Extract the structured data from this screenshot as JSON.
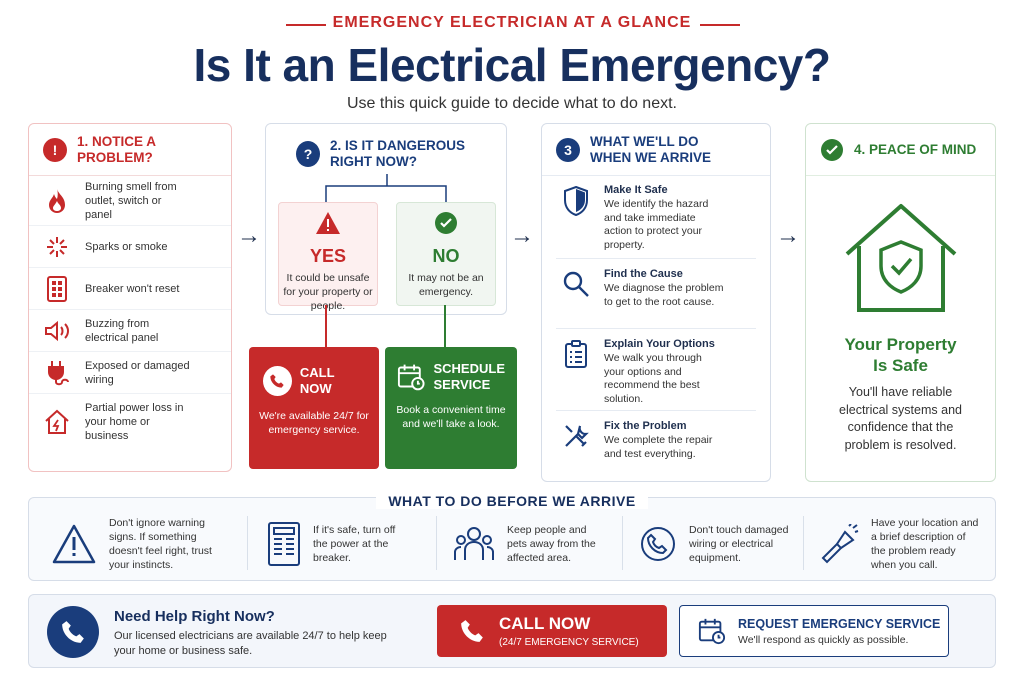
{
  "header": {
    "kicker": "EMERGENCY ELECTRICIAN AT A GLANCE",
    "title": "Is It an Electrical Emergency?",
    "subtitle": "Use this quick guide to decide what to do next."
  },
  "colors": {
    "red": "#c62a2a",
    "green": "#2e7d32",
    "navy": "#1a3d7c"
  },
  "step1": {
    "title": "1. NOTICE A PROBLEM?",
    "items": [
      {
        "icon": "flame-icon",
        "text": "Burning smell from outlet, switch or panel"
      },
      {
        "icon": "spark-icon",
        "text": "Sparks or smoke"
      },
      {
        "icon": "breaker-icon",
        "text": "Breaker won't reset"
      },
      {
        "icon": "buzzing-icon",
        "text": "Buzzing from electrical panel"
      },
      {
        "icon": "plug-icon",
        "text": "Exposed or damaged wiring"
      },
      {
        "icon": "house-power-icon",
        "text": "Partial power loss in your home or business"
      }
    ]
  },
  "step2": {
    "number": "?",
    "title_line1": "2. IS IT DANGEROUS",
    "title_line2": "RIGHT NOW?",
    "yes": {
      "label": "YES",
      "text": "It could be unsafe for your property or people."
    },
    "no": {
      "label": "NO",
      "text": "It may not be an emergency."
    },
    "call": {
      "title": "CALL NOW",
      "text": "We're available 24/7 for emergency service."
    },
    "schedule": {
      "title_line1": "SCHEDULE",
      "title_line2": "SERVICE",
      "text": "Book a convenient time and we'll take a look."
    }
  },
  "step3": {
    "number": "3",
    "title_line1": "WHAT WE'LL DO",
    "title_line2": "WHEN WE ARRIVE",
    "items": [
      {
        "icon": "shield-icon",
        "title": "Make It Safe",
        "text": "We identify the hazard and take immediate action to protect your property."
      },
      {
        "icon": "magnifier-icon",
        "title": "Find the Cause",
        "text": "We diagnose the problem to get to the root cause."
      },
      {
        "icon": "clipboard-icon",
        "title": "Explain Your Options",
        "text": "We walk you through your options and recommend the best solution."
      },
      {
        "icon": "tools-icon",
        "title": "Fix the Problem",
        "text": "We complete the repair and test everything."
      }
    ]
  },
  "step4": {
    "title": "4. PEACE OF MIND",
    "headline_line1": "Your Property",
    "headline_line2": "Is Safe",
    "text": "You'll have reliable electrical systems and confidence that the problem is resolved."
  },
  "before": {
    "title": "WHAT TO DO BEFORE WE ARRIVE",
    "items": [
      {
        "icon": "warning-icon",
        "text": "Don't ignore warning signs. If something doesn't feel right, trust your instincts."
      },
      {
        "icon": "panel-icon",
        "text": "If it's safe, turn off the power at the breaker."
      },
      {
        "icon": "people-icon",
        "text": "Keep people and pets away from the affected area."
      },
      {
        "icon": "no-touch-icon",
        "text": "Don't touch damaged wiring or electrical equipment."
      },
      {
        "icon": "flashlight-icon",
        "text": "Have your location and a brief description of the problem ready when you call."
      }
    ]
  },
  "bottom": {
    "title": "Need Help Right Now?",
    "text": "Our licensed electricians are available 24/7 to help keep your home or business safe.",
    "call_label": "CALL NOW",
    "call_sub": "(24/7 EMERGENCY SERVICE)",
    "request_label": "REQUEST EMERGENCY SERVICE",
    "request_sub": "We'll respond as quickly as possible."
  }
}
